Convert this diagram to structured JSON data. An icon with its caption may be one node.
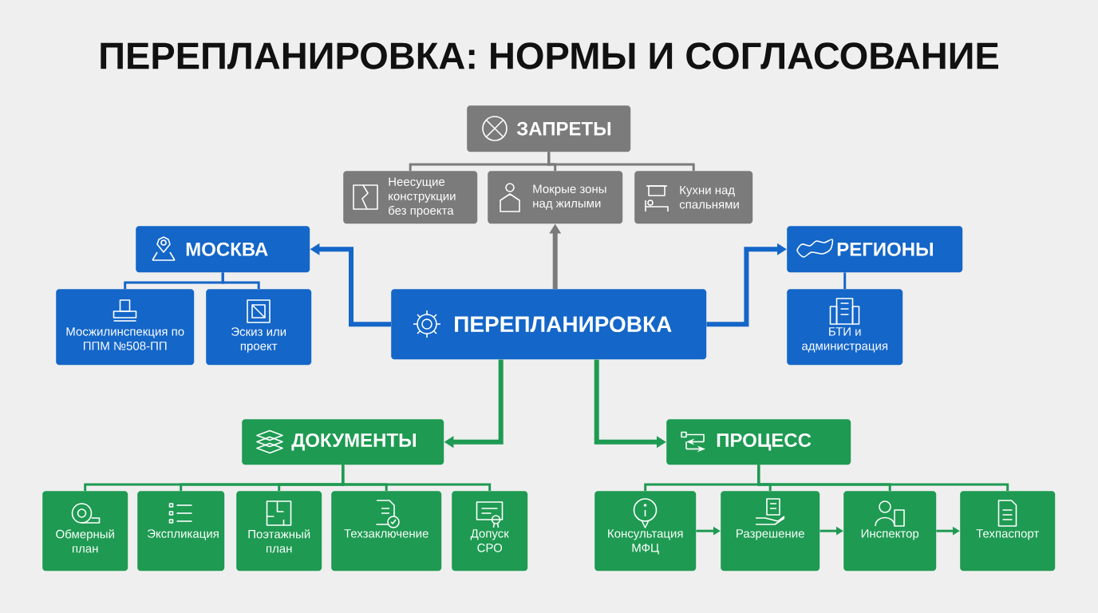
{
  "diagram": {
    "title": "ПЕРЕПЛАНИРОВКА: НОРМЫ И СОГЛАСОВАНИЕ",
    "nodes": [
      {
        "text": [
          "ПЕРЕПЛАНИРОВКА"
        ]
      },
      {
        "text": [
          "ЗАПРЕТЫ"
        ]
      },
      {
        "text": [
          "Неесущие конструкции без проекта"
        ]
      },
      {
        "text": [
          "Мокрые зоны над жилыми"
        ]
      },
      {
        "text": [
          "Кухни над спальнями"
        ]
      },
      {
        "text": [
          "МОСКВА"
        ]
      },
      {
        "text": [
          "Мосжилинспекция по ППМ №508-ПП"
        ]
      },
      {
        "text": [
          "Эскиз или проект"
        ]
      },
      {
        "text": [
          "РЕГИОНЫ"
        ]
      },
      {
        "text": [
          "БТИ и администрация"
        ]
      },
      {
        "text": [
          "ДОКУМЕНТЫ"
        ]
      },
      {
        "text": [
          "Обмерный план"
        ]
      },
      {
        "text": [
          "Экспликация"
        ]
      },
      {
        "text": [
          "Поэтажный план"
        ]
      },
      {
        "text": [
          "Техзаключение"
        ]
      },
      {
        "text": [
          "Допуск СРО"
        ]
      },
      {
        "text": [
          "ПРОЦЕСС"
        ]
      },
      {
        "text": [
          "Консультация МФЦ"
        ]
      },
      {
        "text": [
          "Разрешение"
        ]
      },
      {
        "text": [
          "Инспектор"
        ]
      },
      {
        "text": [
          "Техпаспорт"
        ]
      }
    ],
    "edges": [
      {
        "from": 0,
        "to": 3,
        "arrow": "to",
        "style": "thick",
        "color": "#7b7b7b"
      },
      {
        "from": 0,
        "to": 5,
        "arrow": "to",
        "style": "thick",
        "color": "#1466c8"
      },
      {
        "from": 0,
        "to": 8,
        "arrow": "to",
        "style": "thick",
        "color": "#1466c8"
      },
      {
        "from": 0,
        "to": 10,
        "arrow": "to",
        "style": "thick"
      },
      {
        "from": 0,
        "to": 16,
        "arrow": "to",
        "style": "thick"
      },
      {
        "from": 1,
        "to": 2,
        "arrow": "none",
        "color": "#7b7b7b"
      },
      {
        "from": 1,
        "to": 3,
        "arrow": "none",
        "color": "#7b7b7b"
      },
      {
        "from": 1,
        "to": 4,
        "arrow": "none",
        "color": "#7b7b7b"
      },
      {
        "from": 5,
        "to": 6,
        "arrow": "none",
        "color": "#1466c8"
      },
      {
        "from": 5,
        "to": 7,
        "arrow": "none",
        "color": "#1466c8"
      },
      {
        "from": 8,
        "to": 9,
        "arrow": "none",
        "color": "#1466c8"
      },
      {
        "from": 10,
        "to": 11,
        "arrow": "none"
      },
      {
        "from": 10,
        "to": 12,
        "arrow": "none"
      },
      {
        "from": 10,
        "to": 13,
        "arrow": "none"
      },
      {
        "from": 10,
        "to": 14,
        "arrow": "none"
      },
      {
        "from": 10,
        "to": 15,
        "arrow": "none"
      },
      {
        "from": 16,
        "to": 17,
        "arrow": "none"
      },
      {
        "from": 16,
        "to": 18,
        "arrow": "none"
      },
      {
        "from": 16,
        "to": 19,
        "arrow": "none"
      },
      {
        "from": 16,
        "to": 20,
        "arrow": "none"
      },
      {
        "from": 17,
        "to": 18,
        "arrow": "to"
      },
      {
        "from": 18,
        "to": 19,
        "arrow": "to"
      },
      {
        "from": 19,
        "to": 20,
        "arrow": "to"
      }
    ]
  }
}
